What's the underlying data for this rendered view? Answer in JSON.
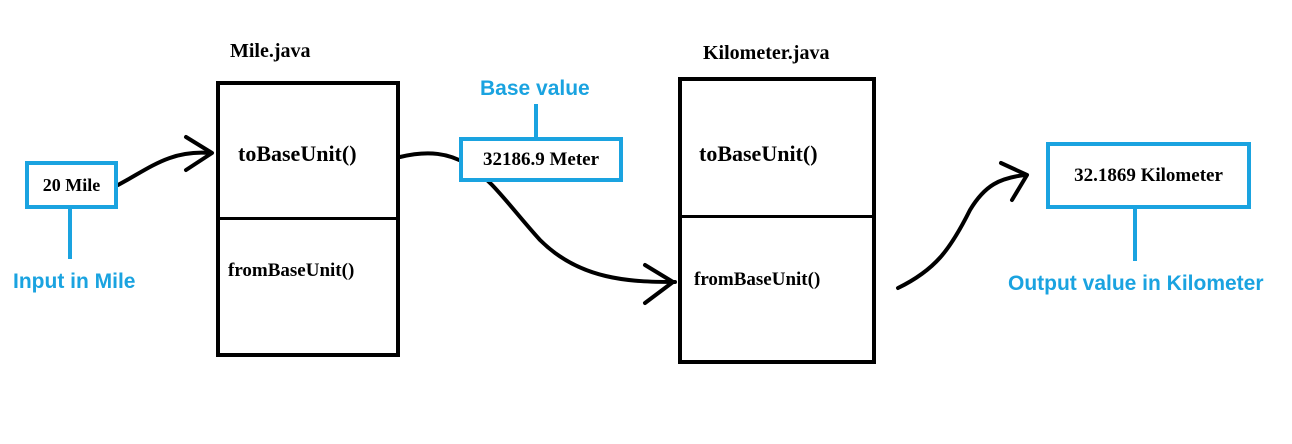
{
  "colors": {
    "accent": "#1aa3e0",
    "ink": "#000000"
  },
  "classes": [
    {
      "file": "Mile.java",
      "to_method": "toBaseUnit()",
      "from_method": "fromBaseUnit()"
    },
    {
      "file": "Kilometer.java",
      "to_method": "toBaseUnit()",
      "from_method": "fromBaseUnit()"
    }
  ],
  "input": {
    "value": "20 Mile",
    "caption": "Input in Mile"
  },
  "base": {
    "value": "32186.9 Meter",
    "caption": "Base value"
  },
  "output": {
    "value": "32.1869 Kilometer",
    "caption": "Output value in Kilometer"
  }
}
